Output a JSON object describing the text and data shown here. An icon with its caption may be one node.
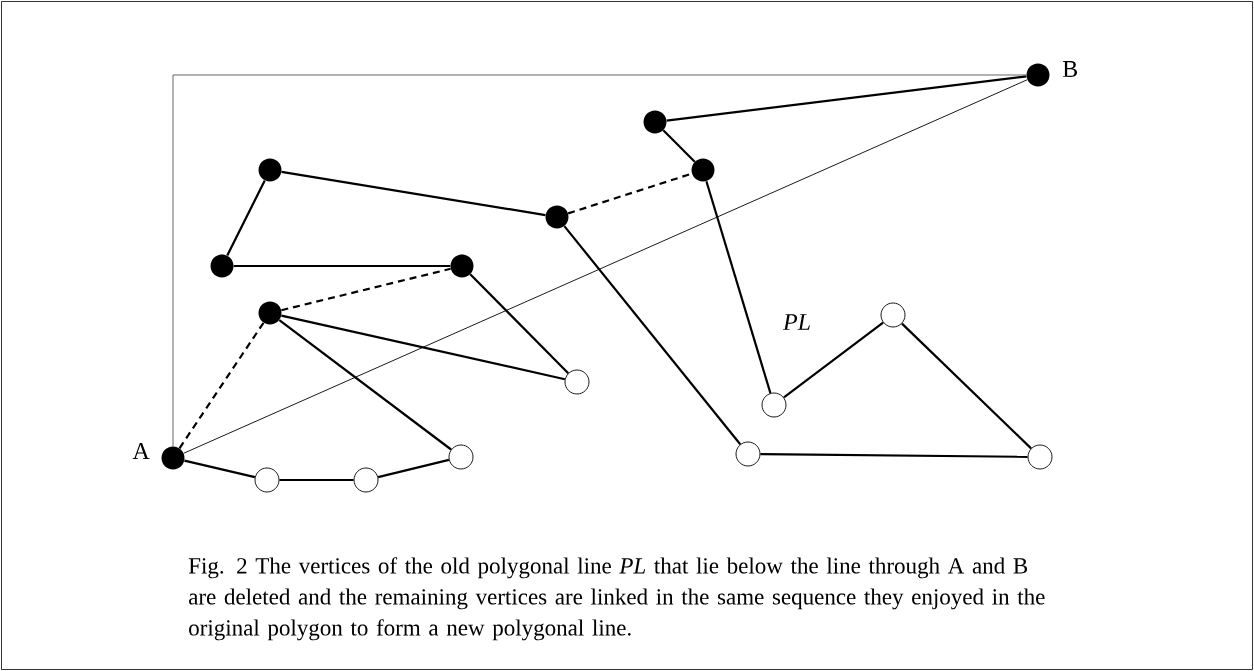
{
  "diagram": {
    "caption": "Fig. 2 The vertices of the old polygonal line *PL* that lie below the line through A and B are deleted and the remaining vertices are linked in the same sequence they enjoyed in the original polygon to form a new polygonal line.",
    "nodes": [
      {
        "text": [],
        "shape": "dot",
        "beside": [
          "A"
        ]
      },
      {
        "text": [],
        "shape": "dot"
      },
      {
        "text": [],
        "shape": "circle"
      },
      {
        "text": [],
        "shape": "dot"
      },
      {
        "text": [],
        "shape": "dot"
      },
      {
        "text": [],
        "shape": "circle"
      },
      {
        "text": [],
        "shape": "circle"
      },
      {
        "text": [],
        "shape": "dot"
      },
      {
        "text": [],
        "shape": "dot"
      },
      {
        "text": [],
        "shape": "circle"
      },
      {
        "text": [],
        "shape": "dot"
      },
      {
        "text": [],
        "shape": "dot"
      },
      {
        "text": [],
        "shape": "circle"
      },
      {
        "text": [],
        "shape": "circle"
      },
      {
        "text": [],
        "shape": "circle"
      },
      {
        "text": [],
        "shape": "circle"
      },
      {
        "text": [],
        "shape": "dot",
        "beside": [
          "B"
        ]
      }
    ],
    "edges": [
      {
        "from": 0,
        "to": 2,
        "arrow": "none"
      },
      {
        "from": 2,
        "to": 5,
        "arrow": "none"
      },
      {
        "from": 5,
        "to": 6,
        "arrow": "none"
      },
      {
        "from": 6,
        "to": 4,
        "arrow": "none"
      },
      {
        "from": 4,
        "to": 9,
        "arrow": "none"
      },
      {
        "from": 9,
        "to": 7,
        "arrow": "none"
      },
      {
        "from": 7,
        "to": 1,
        "arrow": "none"
      },
      {
        "from": 1,
        "to": 3,
        "arrow": "none"
      },
      {
        "from": 3,
        "to": 8,
        "arrow": "none"
      },
      {
        "from": 8,
        "to": 12,
        "arrow": "none"
      },
      {
        "from": 12,
        "to": 15,
        "arrow": "none"
      },
      {
        "from": 15,
        "to": 14,
        "arrow": "none"
      },
      {
        "from": 14,
        "to": 13,
        "arrow": "none"
      },
      {
        "from": 13,
        "to": 11,
        "arrow": "none"
      },
      {
        "from": 11,
        "to": 10,
        "arrow": "none"
      },
      {
        "from": 10,
        "to": 16,
        "arrow": "none"
      },
      {
        "from": 0,
        "to": 4,
        "arrow": "none",
        "style": "dashed"
      },
      {
        "from": 4,
        "to": 7,
        "arrow": "none",
        "style": "dashed"
      },
      {
        "from": 8,
        "to": 11,
        "arrow": "none",
        "style": "dashed"
      },
      {
        "from": 0,
        "to": 16,
        "arrow": "none"
      },
      {
        "from": 0,
        "to": 16,
        "arrow": "none",
        "color": "#555555"
      }
    ],
    "labels": [
      "PL"
    ]
  }
}
